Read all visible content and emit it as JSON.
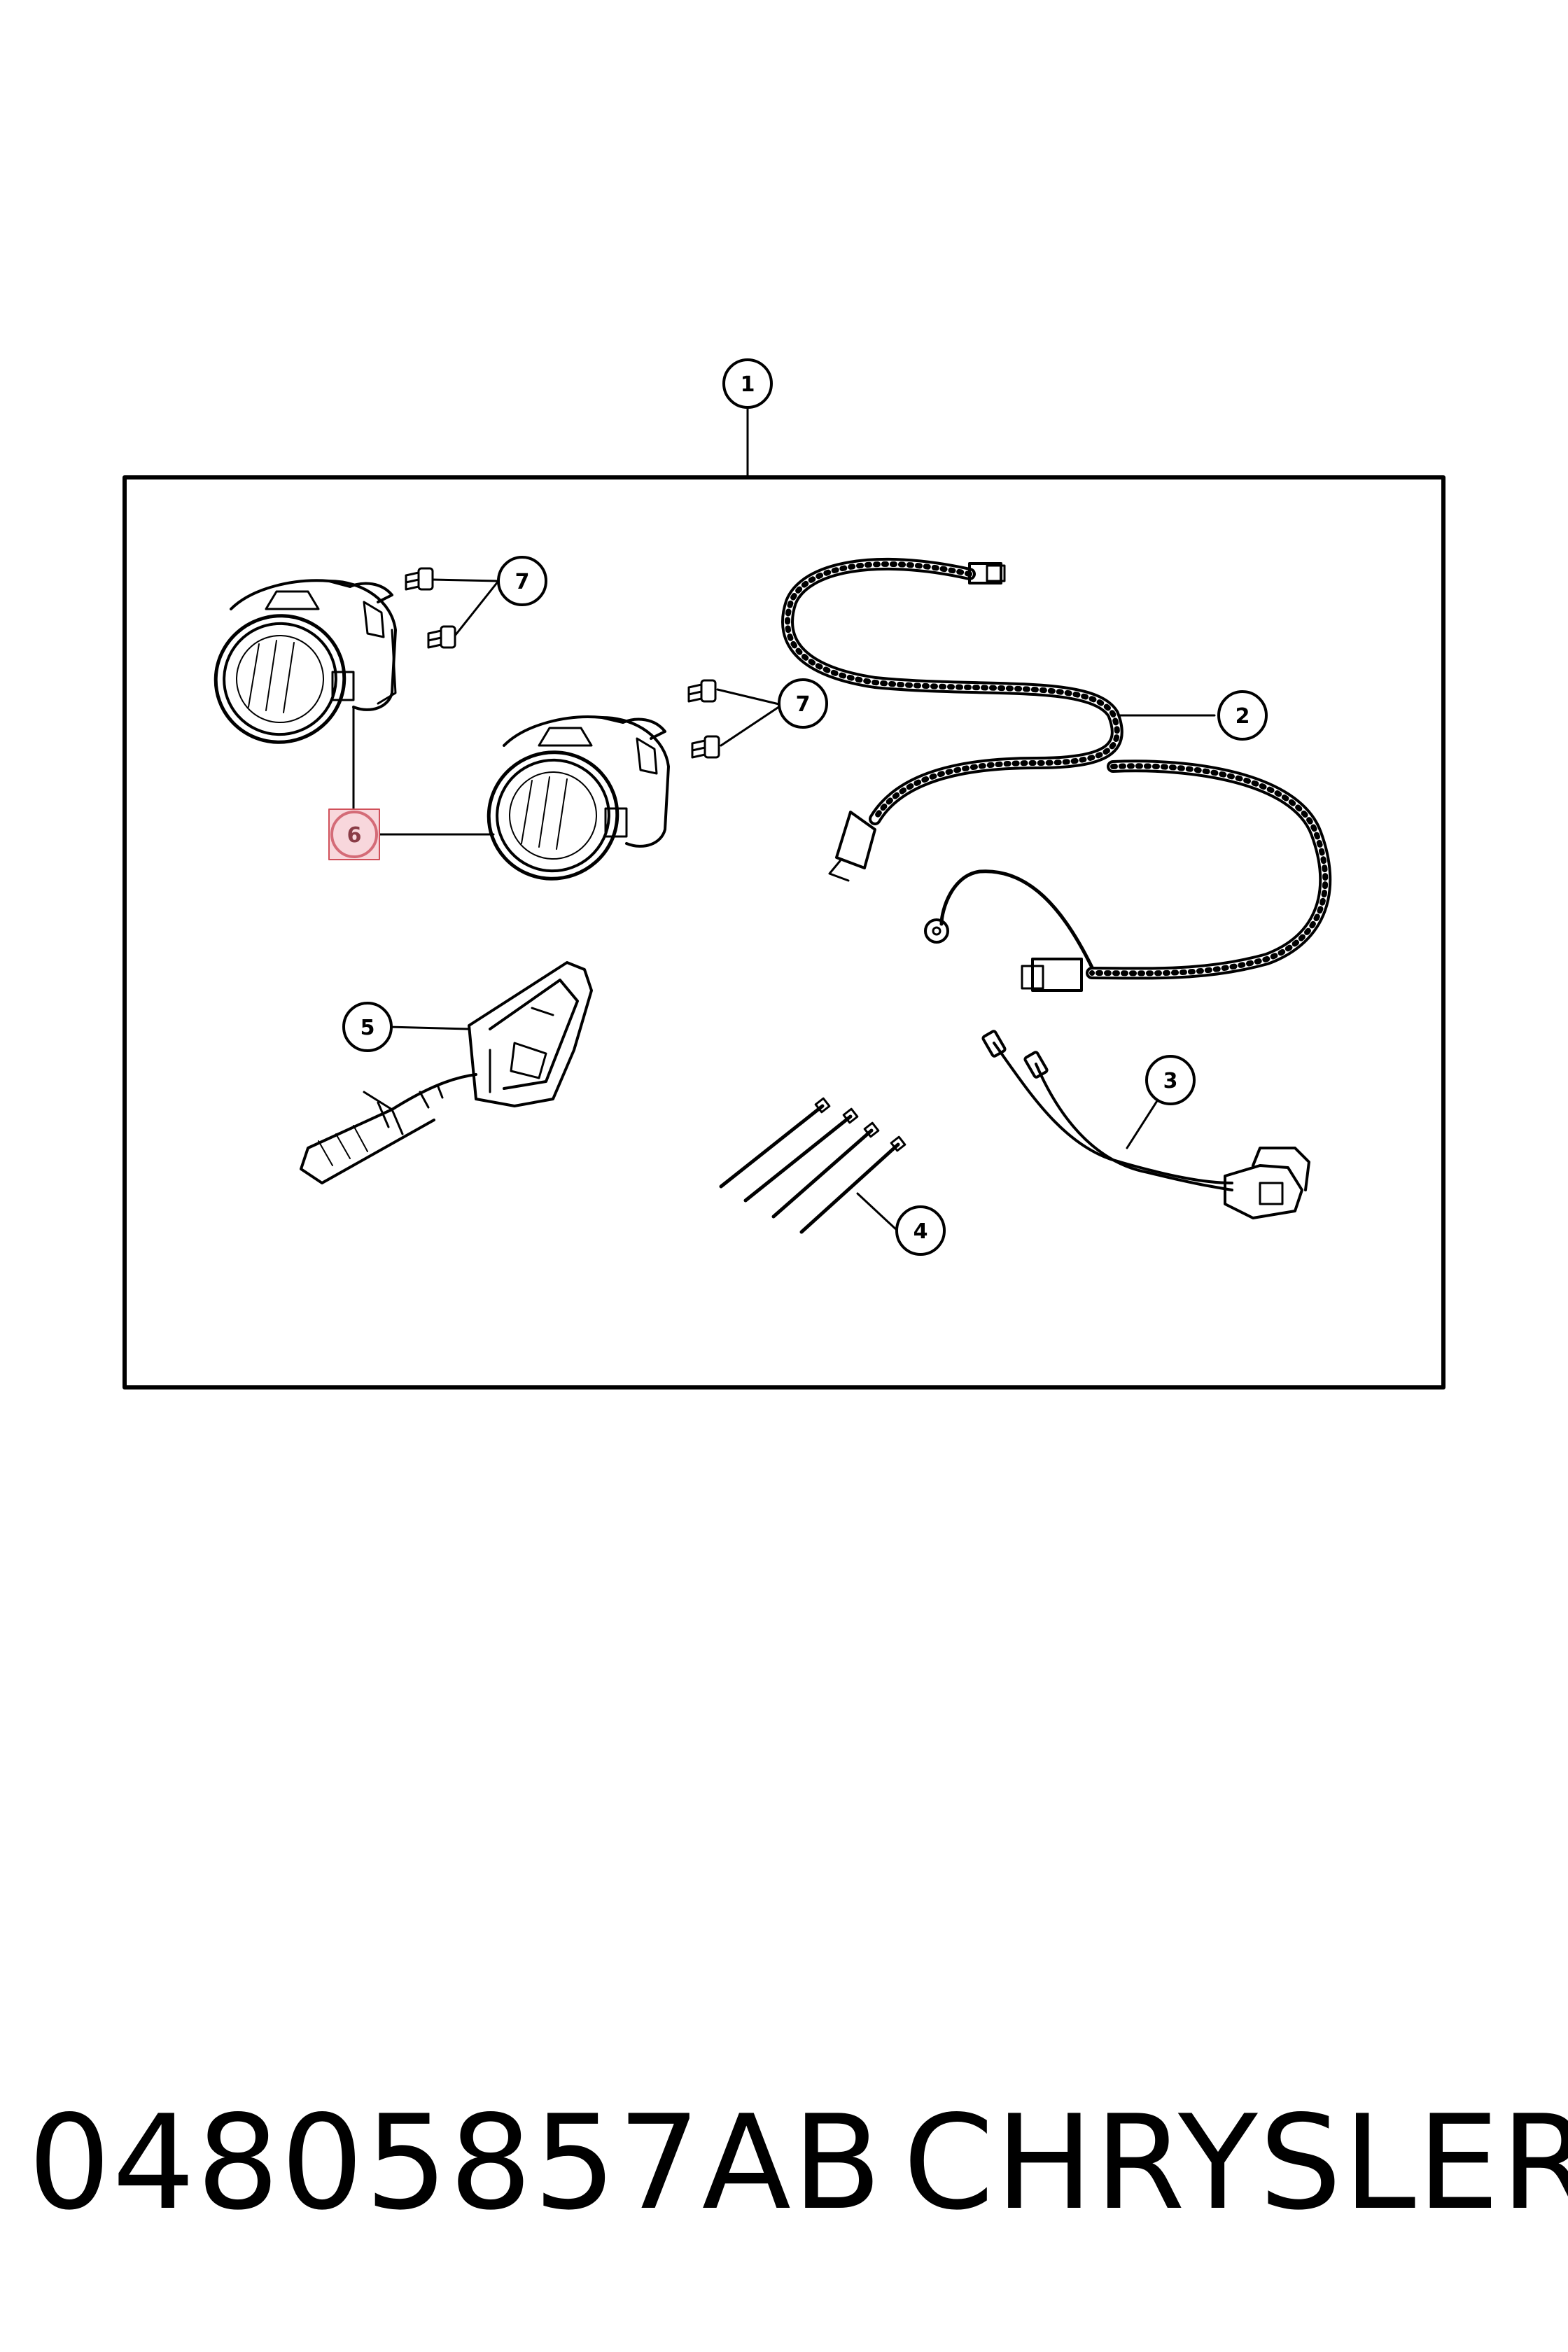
{
  "diagram": {
    "callouts": [
      {
        "id": "1",
        "label": "1"
      },
      {
        "id": "2",
        "label": "2"
      },
      {
        "id": "3",
        "label": "3"
      },
      {
        "id": "4",
        "label": "4"
      },
      {
        "id": "5",
        "label": "5"
      },
      {
        "id": "6",
        "label": "6",
        "highlighted": true
      },
      {
        "id": "7a",
        "label": "7"
      },
      {
        "id": "7b",
        "label": "7"
      }
    ],
    "highlight_color": "#f8d7dc",
    "highlight_border": "#d0505a"
  },
  "footer": {
    "part_number": "04805857AB",
    "brand": "CHRYSLER"
  }
}
